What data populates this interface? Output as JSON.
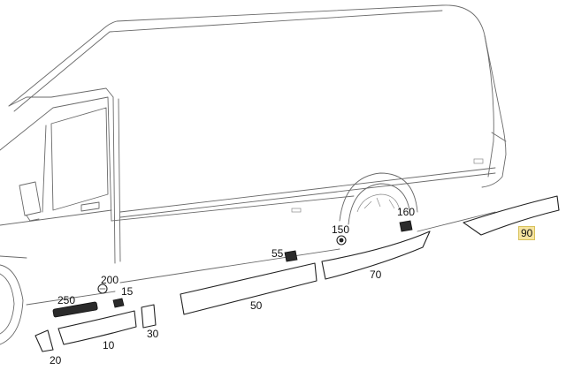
{
  "diagram": {
    "callouts": [
      {
        "id": "c250",
        "label": "250",
        "highlight": false
      },
      {
        "id": "c200",
        "label": "200",
        "highlight": false
      },
      {
        "id": "c15",
        "label": "15",
        "highlight": false
      },
      {
        "id": "c20",
        "label": "20",
        "highlight": false
      },
      {
        "id": "c10",
        "label": "10",
        "highlight": false
      },
      {
        "id": "c30",
        "label": "30",
        "highlight": false
      },
      {
        "id": "c50",
        "label": "50",
        "highlight": false
      },
      {
        "id": "c55",
        "label": "55",
        "highlight": false
      },
      {
        "id": "c150",
        "label": "150",
        "highlight": false
      },
      {
        "id": "c160",
        "label": "160",
        "highlight": false
      },
      {
        "id": "c70",
        "label": "70",
        "highlight": false
      },
      {
        "id": "c90",
        "label": "90",
        "highlight": true
      }
    ],
    "colors": {
      "highlight": "#f6e4a0",
      "outline": "#6a6a6a",
      "part": "#222222"
    }
  }
}
